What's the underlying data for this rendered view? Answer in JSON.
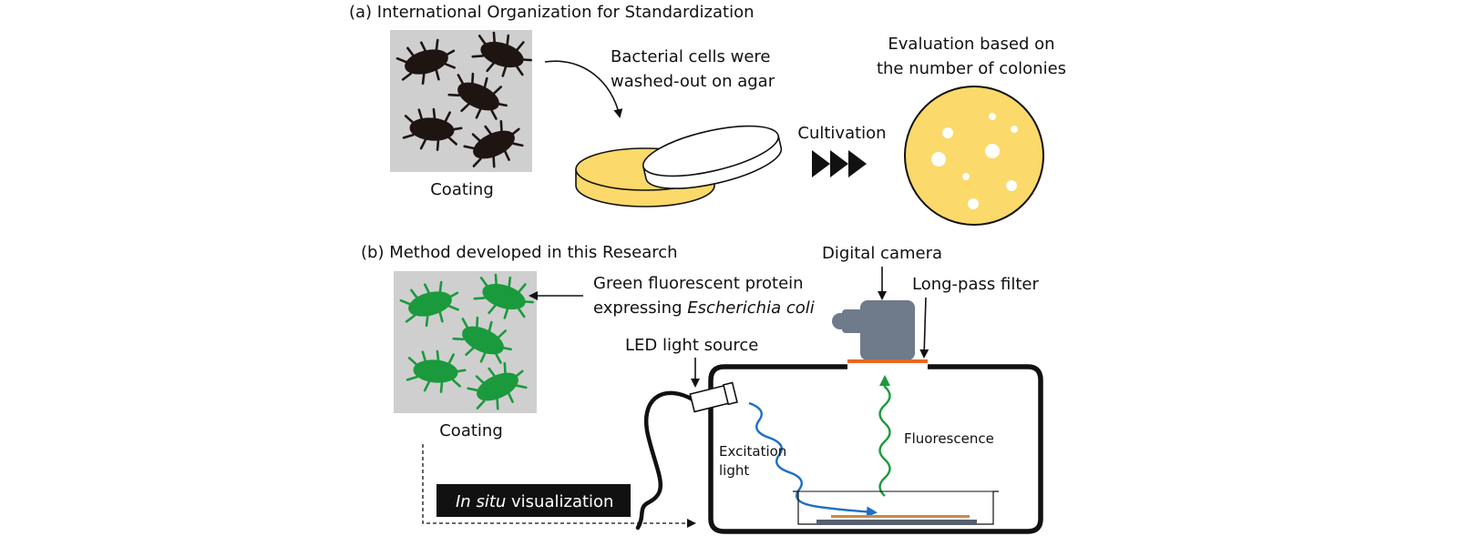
{
  "section_a": {
    "title": "(a) International Organization for Standardization",
    "coating_label": "Coating",
    "washed_line1": "Bacterial cells were",
    "washed_line2": "washed-out on agar",
    "cultivation_label": "Cultivation",
    "evaluation_line1": "Evaluation based on",
    "evaluation_line2": "the number of colonies"
  },
  "section_b": {
    "title": "(b) Method developed in this Research",
    "coating_label": "Coating",
    "gfp_line1": "Green fluorescent protein",
    "gfp_line2_prefix": "expressing ",
    "gfp_line2_species": "Escherichia coli",
    "camera_label": "Digital camera",
    "filter_label": "Long-pass filter",
    "led_label": "LED light source",
    "excitation_line1": "Excitation",
    "excitation_line2": "light",
    "fluorescence_label": "Fluorescence",
    "in_situ_italic": "In situ",
    "in_situ_rest": " visualization"
  },
  "colors": {
    "bacteria_dark": "#1e1412",
    "bacteria_green": "#1a9a3c",
    "panel_gray": "#cfcfcf",
    "agar_yellow": "#fbd96a",
    "excitation_blue": "#1f6fc4",
    "fluorescence_green": "#1a9a3c",
    "filter_orange": "#e8661f",
    "camera_gray": "#6f7a8a"
  }
}
